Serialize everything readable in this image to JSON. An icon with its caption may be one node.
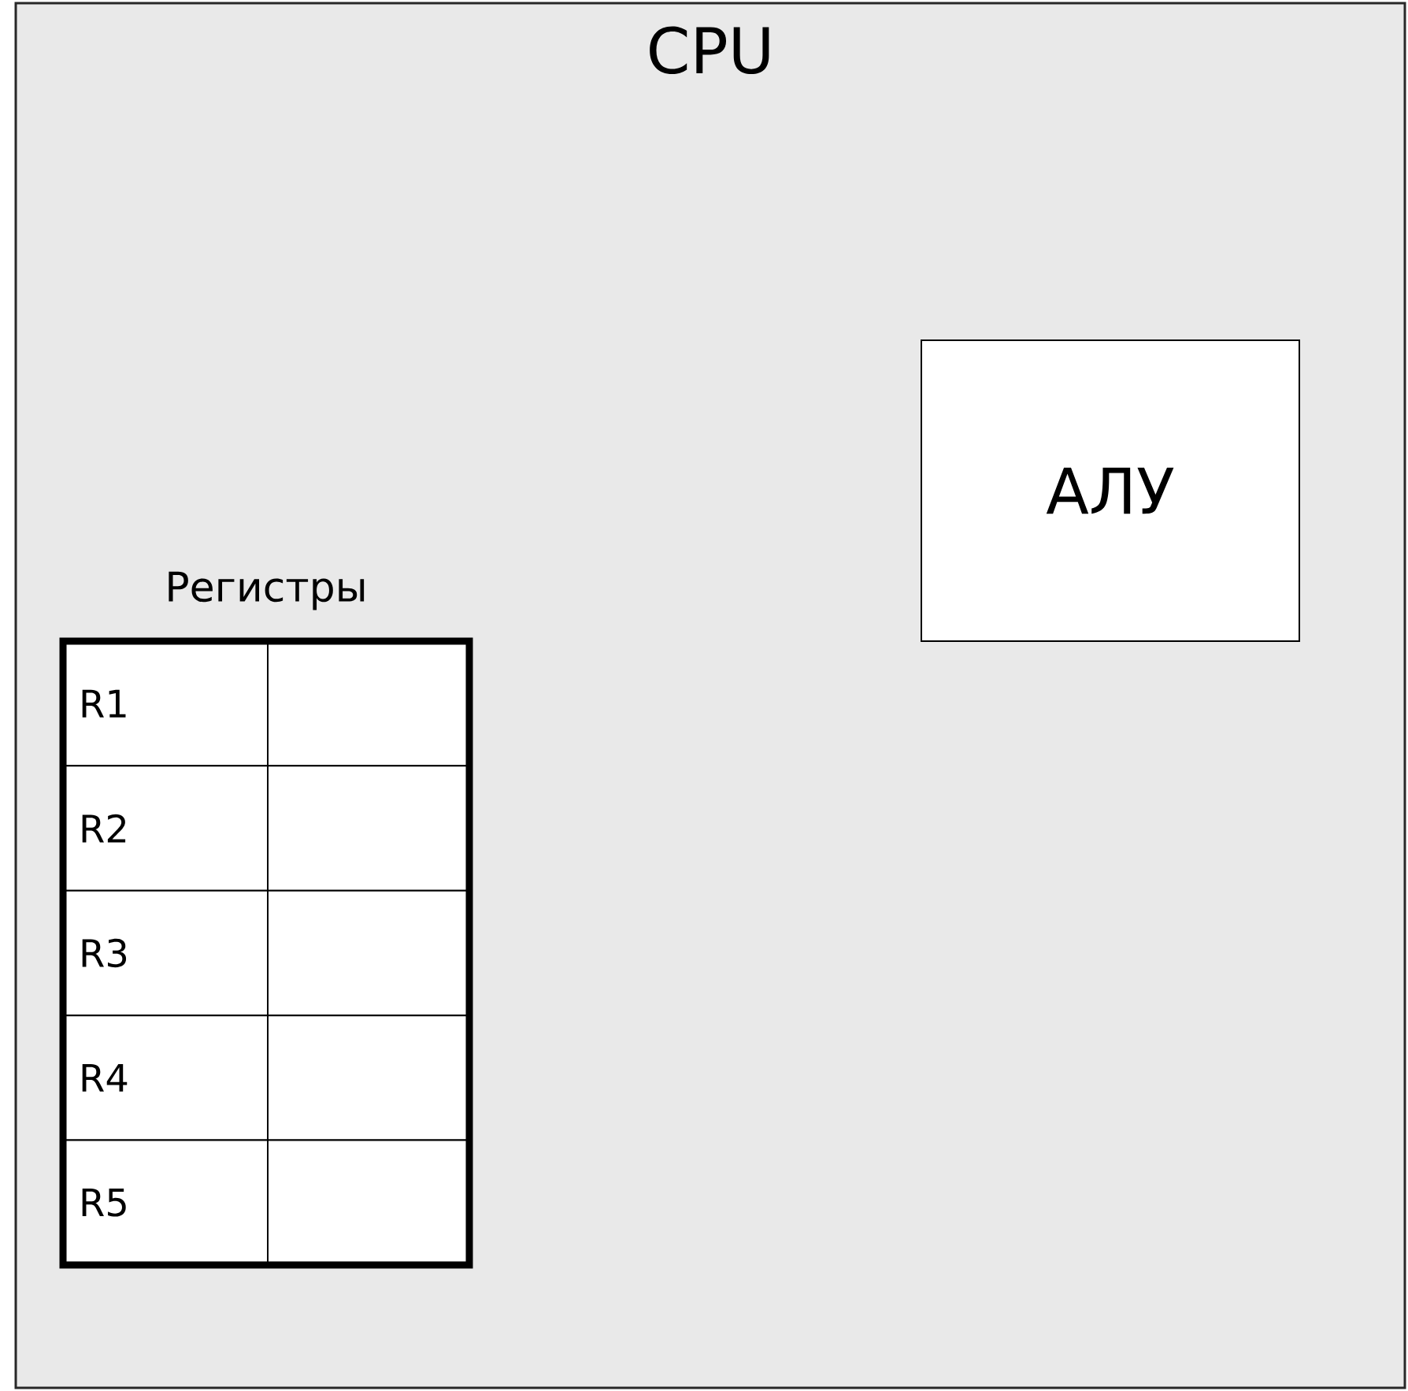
{
  "diagram": {
    "nodes": [
      {
        "text": [
          "CPU"
        ]
      },
      {
        "text": [
          "АЛУ"
        ],
        "in": 0
      },
      {
        "text": [
          "Регистры"
        ],
        "in": 0
      },
      {
        "text": [
          "R1"
        ],
        "in": 2
      },
      {
        "text": [
          "R2"
        ],
        "in": 2
      },
      {
        "text": [
          "R3"
        ],
        "in": 2
      },
      {
        "text": [
          "R4"
        ],
        "in": 2
      },
      {
        "text": [
          "R5"
        ],
        "in": 2
      }
    ]
  }
}
